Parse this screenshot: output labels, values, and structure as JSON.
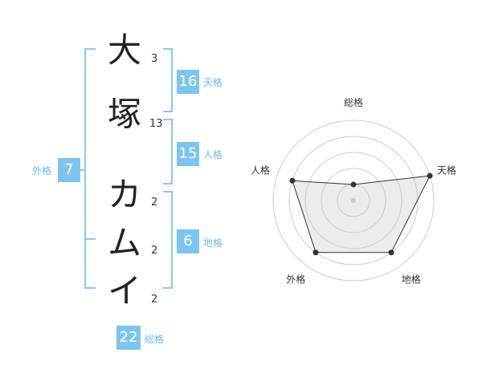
{
  "name": {
    "chars": [
      {
        "char": "大",
        "strokes": "3"
      },
      {
        "char": "塚",
        "strokes": "13"
      },
      {
        "char": "カ",
        "strokes": "2"
      },
      {
        "char": "ム",
        "strokes": "2"
      },
      {
        "char": "イ",
        "strokes": "2"
      }
    ]
  },
  "fortune": {
    "tenkaku": {
      "value": "16",
      "label": "天格"
    },
    "jinkaku": {
      "value": "15",
      "label": "人格"
    },
    "chikaku": {
      "value": "6",
      "label": "地格"
    },
    "gaikaku": {
      "value": "7",
      "label": "外格"
    },
    "soukaku": {
      "value": "22",
      "label": "総格"
    }
  },
  "colors": {
    "accent": "#7dc4ef",
    "bracket": "#8cc8f0",
    "label": "#6bb8ea"
  },
  "chart_data": {
    "type": "radar",
    "axes": [
      "総格",
      "天格",
      "地格",
      "外格",
      "人格"
    ],
    "values": [
      1,
      5,
      4,
      4,
      4
    ],
    "max": 5,
    "rings": 5
  }
}
